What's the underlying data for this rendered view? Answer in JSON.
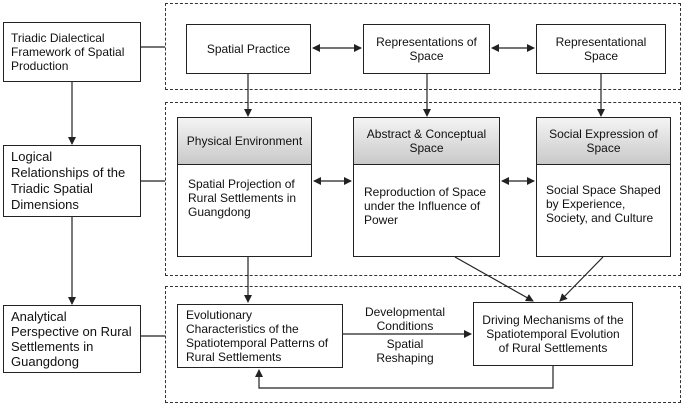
{
  "left_column": {
    "framework": "Triadic Dialectical Framework of Spatial Production",
    "logical": "Logical Relationships of the Triadic Spatial Dimensions",
    "analytical": "Analytical Perspective on Rural Settlements in Guangdong"
  },
  "row1": {
    "spatial_practice": "Spatial Practice",
    "representations_of_space": "Representations of Space",
    "representational_space": "Representational Space"
  },
  "row2": {
    "physical": {
      "title": "Physical Environment",
      "body": "Spatial Projection of Rural Settlements in Guangdong"
    },
    "abstract": {
      "title": "Abstract & Conceptual Space",
      "body": "Reproduction of Space under the Influence of Power"
    },
    "social": {
      "title": "Social Expression of Space",
      "body": "Social Space Shaped by Experience, Society, and Culture"
    }
  },
  "row3": {
    "evolutionary": "Evolutionary Characteristics of the Spatiotemporal Patterns of Rural Settlements",
    "driving": "Driving Mechanisms of the Spatiotemporal Evolution of Rural Settlements",
    "arrow_top_label": "Developmental Conditions",
    "arrow_bottom_label": "Spatial Reshaping"
  }
}
